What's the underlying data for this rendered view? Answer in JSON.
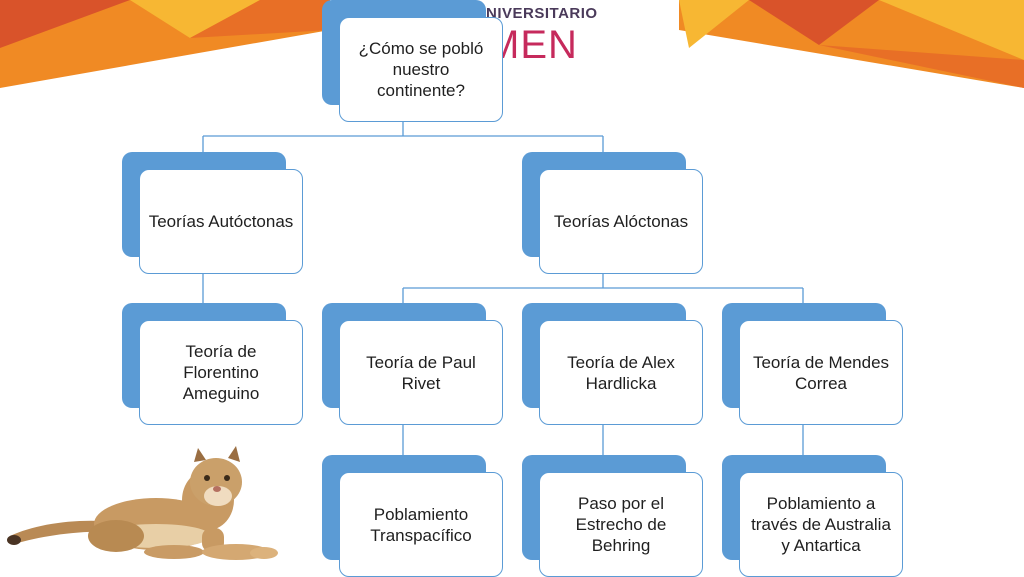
{
  "logo": {
    "top": "NIVERSITARIO",
    "main": "MEN"
  },
  "nodes": {
    "root": "¿Cómo se pobló nuestro continente?",
    "autoctonas": "Teorías Autóctonas",
    "aloctonas": "Teorías Alóctonas",
    "ameguino": "Teoría de Florentino Ameguino",
    "rivet": "Teoría de Paul Rivet",
    "hardlicka": "Teoría de Alex Hardlicka",
    "mendes": "Teoría de Mendes Correa",
    "transpacifico": "Poblamiento Transpacífico",
    "behring": "Paso por el Estrecho de Behring",
    "australia": "Poblamiento a través de Australia y Antartica"
  },
  "colors": {
    "node_fill": "#5b9bd5",
    "node_border": "#5b9bd5",
    "connector": "#5b9bd5",
    "banner_orange": "#f08a24",
    "banner_red": "#d9532a",
    "banner_yellow": "#f7b733",
    "logo_magenta": "#c62a5c"
  },
  "illustration": {
    "icon": "cougar-icon"
  }
}
